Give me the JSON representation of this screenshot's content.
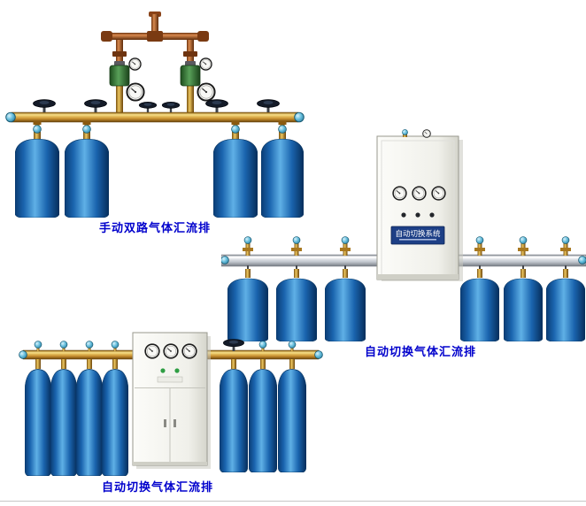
{
  "page": {
    "type": "product-catalog-image",
    "background": "#ffffff",
    "caption_color": "#0000cc"
  },
  "products": [
    {
      "caption": "手动双路气体汇流排",
      "cylinders": 4,
      "regulators": 2,
      "handwheel_valves": 6
    },
    {
      "caption": "自动切换气体汇流排",
      "cabinet_label": "自动切换系统",
      "cabinet_gauges": 3,
      "cylinders": 6
    },
    {
      "caption": "自动切换气体汇流排",
      "cabinet_gauges": 3,
      "cylinders": 7
    }
  ],
  "colors": {
    "cylinder_blue": "#1a64ae",
    "brass_pipe": "#c89030",
    "copper_pipe": "#d8894e",
    "teal_valve_knob": "#66bedd",
    "rail_silver": "#c3c8cf",
    "cabinet_body": "#f0f0ea",
    "cabinet_plate": "#1d3f86"
  }
}
